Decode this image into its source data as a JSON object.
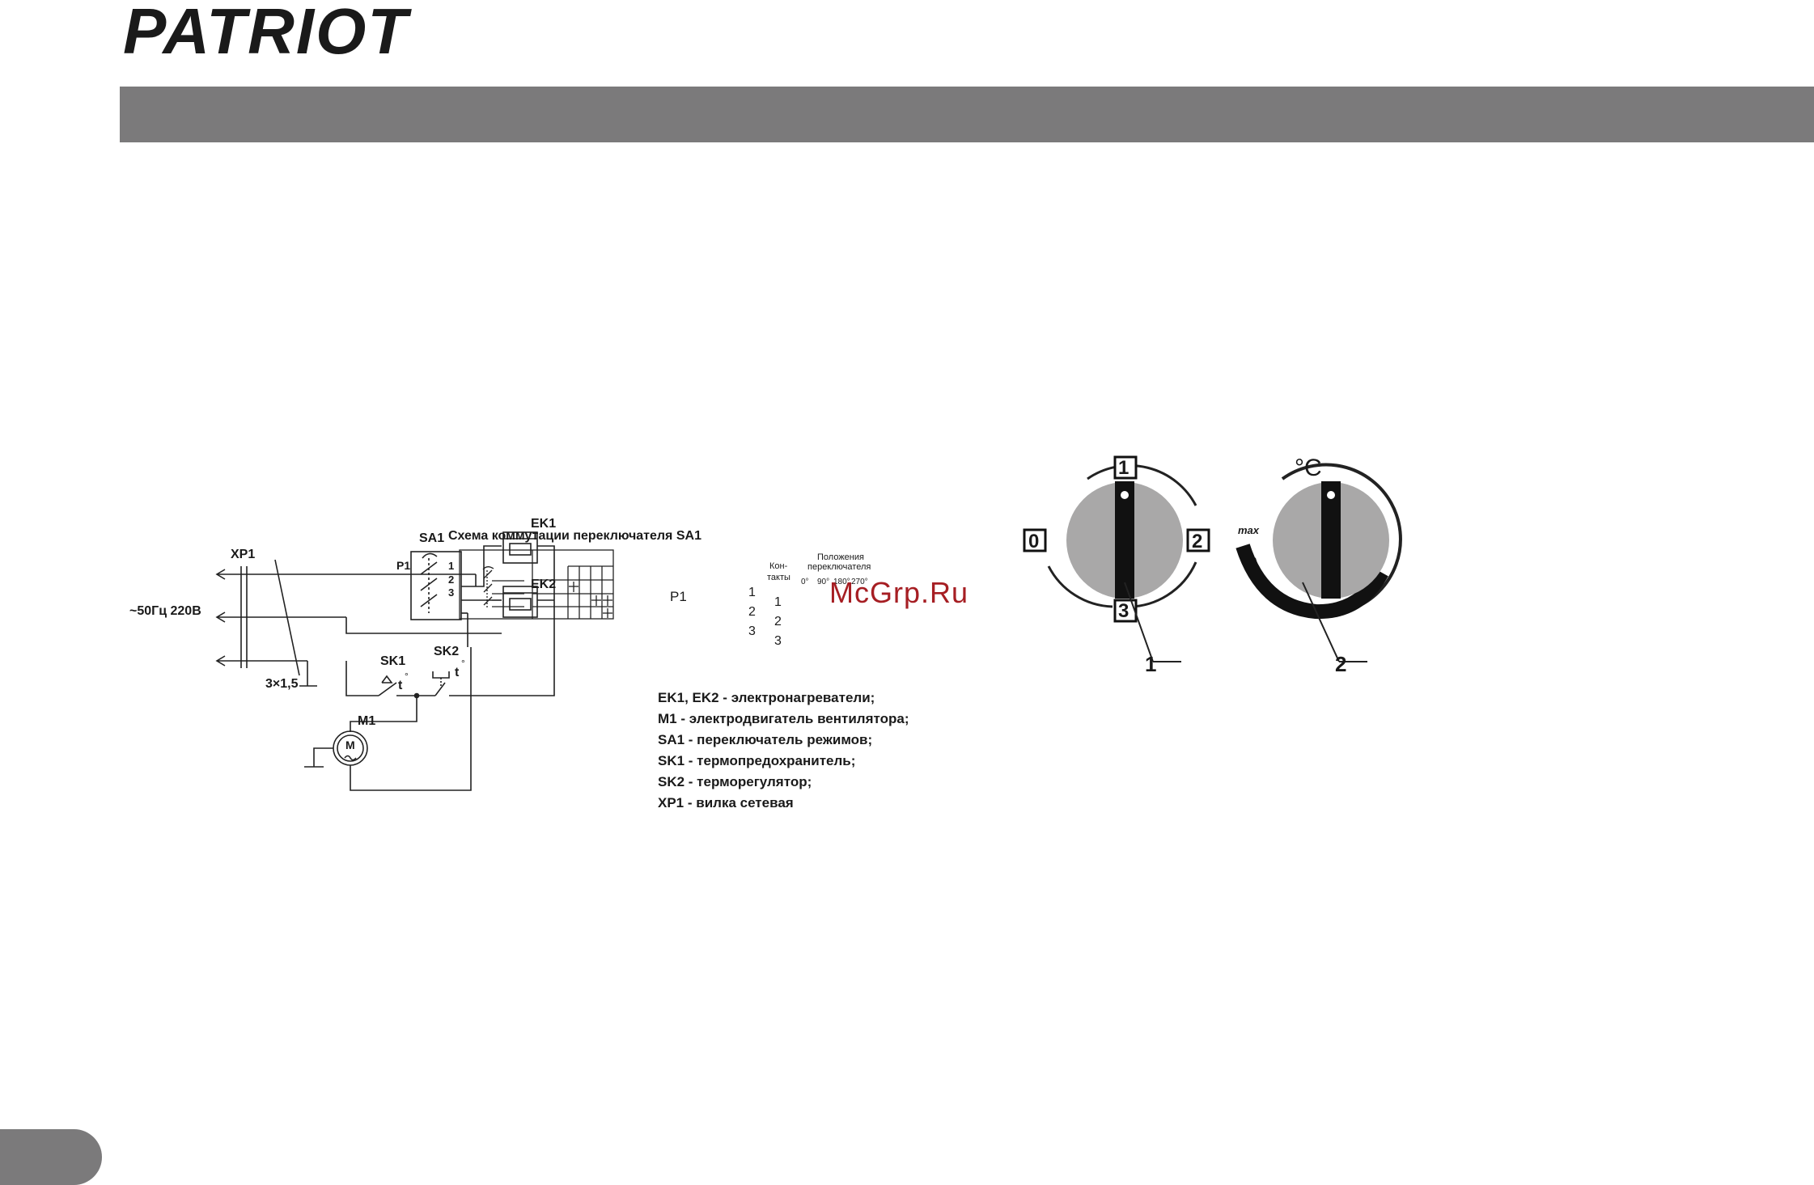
{
  "brand": {
    "logo_text": "PATRIOT"
  },
  "watermark": "McGrp.Ru",
  "circuit": {
    "xp1": "XP1",
    "supply": "~50Гц 220В",
    "cable": "3×1,5",
    "sa1": "SA1",
    "p1": "P1",
    "t1": "1",
    "t2": "2",
    "t3": "3",
    "ek1": "EK1",
    "ek2": "EK2",
    "sk1": "SK1",
    "sk2": "SK2",
    "t_mark": "t",
    "deg": "°",
    "m1": "M1",
    "motor_symbol": "M"
  },
  "switch_table": {
    "title": "Схема коммутации переключателя SA1",
    "p1": "P1",
    "contacts_header": [
      "Кон-",
      "такты"
    ],
    "positions_header": [
      "Положения",
      "переключателя"
    ],
    "angles": [
      "0°",
      "90°",
      "180°",
      "270°"
    ],
    "rows": [
      "1",
      "2",
      "3"
    ]
  },
  "legend": [
    "EK1, EK2 - электронагреватели;",
    "M1 - электродвигатель вентилятора;",
    "SA1 - переключатель режимов;",
    "SK1 - термопредохранитель;",
    "SK2 - терморегулятор;",
    "XP1 - вилка сетевая"
  ],
  "knobs": {
    "mode_positions": [
      "0",
      "1",
      "2",
      "3"
    ],
    "temp_label": "°C",
    "max_label": "max",
    "callout_1": "1",
    "callout_2": "2"
  },
  "colors": {
    "bar": "#7b7a7b",
    "knob": "#a9a8a8",
    "watermark": "#a61e23"
  }
}
